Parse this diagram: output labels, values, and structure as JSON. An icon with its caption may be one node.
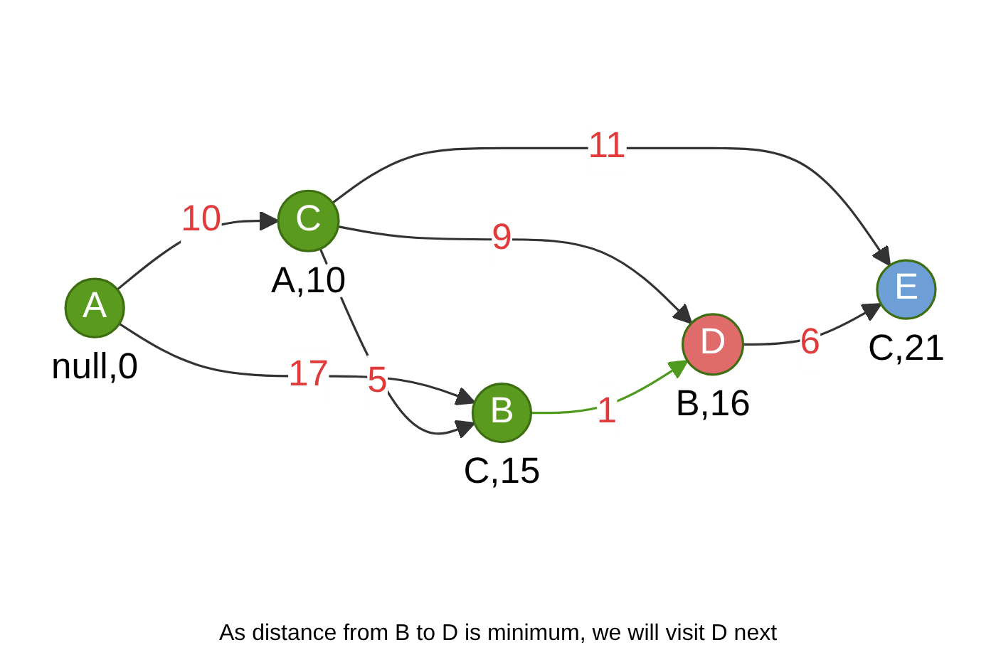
{
  "diagram": {
    "caption": "As distance from B to D is minimum, we will visit D next",
    "nodes": [
      {
        "text": [
          "A"
        ],
        "beside": [
          "null,0"
        ]
      },
      {
        "text": [
          "C"
        ],
        "beside": [
          "A,10"
        ]
      },
      {
        "text": [
          "B"
        ],
        "beside": [
          "C,15"
        ]
      },
      {
        "text": [
          "D"
        ],
        "beside": [
          "B,16"
        ]
      },
      {
        "text": [
          "E"
        ],
        "beside": [
          "C,21"
        ]
      }
    ],
    "edges": [
      {
        "from": 0,
        "to": 1,
        "arrow": "to",
        "label": "10"
      },
      {
        "from": 0,
        "to": 2,
        "arrow": "to",
        "label": "17"
      },
      {
        "from": 1,
        "to": 2,
        "arrow": "to",
        "label": "5"
      },
      {
        "from": 1,
        "to": 3,
        "arrow": "to",
        "label": "9"
      },
      {
        "from": 1,
        "to": 4,
        "arrow": "to",
        "label": "11"
      },
      {
        "from": 2,
        "to": 3,
        "arrow": "to",
        "label": "1",
        "color": "#4e9a1e"
      },
      {
        "from": 3,
        "to": 4,
        "arrow": "to",
        "label": "6"
      }
    ]
  }
}
